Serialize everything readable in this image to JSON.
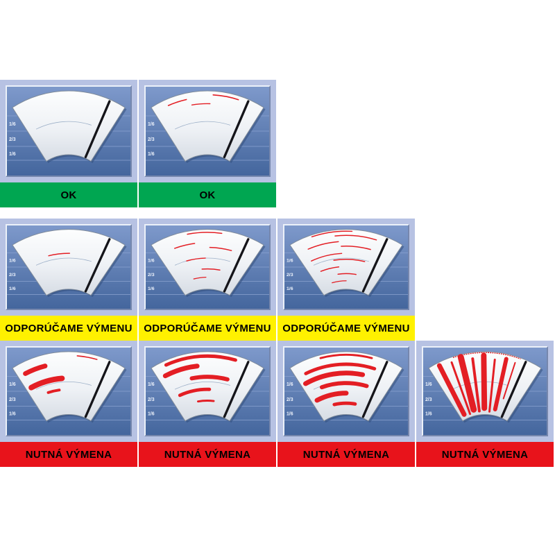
{
  "legend": {
    "scale_labels": [
      "1/6",
      "2/3",
      "1/6"
    ]
  },
  "statuses": {
    "ok": {
      "label": "OK",
      "bg": "#00a651",
      "fg": "#000000"
    },
    "recommend": {
      "label": "ODPORÚČAME VÝMENU",
      "bg": "#fff100",
      "fg": "#000000"
    },
    "replace": {
      "label": "NUTNÁ VÝMENA",
      "bg": "#e8131b",
      "fg": "#000000"
    }
  },
  "colors": {
    "cell_bg": "#b7c2e3",
    "panel_top": "#7e99cb",
    "panel_bottom": "#44669d",
    "guide_line": "#8ba3d0",
    "label_text": "#eef3fc",
    "fan_top": "#fdfefe",
    "fan_mid": "#eef1f5",
    "fan_bottom": "#d6dce4",
    "fan_edge": "#7e8a99",
    "shadow": "#2d4a78",
    "faint_arc": "#9db0c8",
    "streak": "#e31e24",
    "blade": "#15151a"
  },
  "rows": [
    {
      "status": "ok",
      "cells": [
        {
          "streaks": []
        },
        {
          "streaks": [
            {
              "t": 0.9,
              "a0": -0.72,
              "a1": -0.38,
              "w": 1.6
            },
            {
              "t": 0.94,
              "a0": 0.1,
              "a1": 0.55,
              "w": 1.6
            },
            {
              "t": 0.8,
              "a0": -0.3,
              "a1": 0.05,
              "w": 1.4
            }
          ]
        }
      ]
    },
    {
      "status": "recommend",
      "cells": [
        {
          "streaks": [
            {
              "t": 0.6,
              "a0": -0.45,
              "a1": 0.02,
              "w": 1.6
            }
          ]
        },
        {
          "streaks": [
            {
              "t": 0.95,
              "a0": -0.35,
              "a1": 0.25,
              "w": 1.6
            },
            {
              "t": 0.78,
              "a0": -0.65,
              "a1": -0.25,
              "w": 1.6
            },
            {
              "t": 0.7,
              "a0": 0.05,
              "a1": 0.5,
              "w": 1.6
            },
            {
              "t": 0.52,
              "a0": -0.5,
              "a1": -0.05,
              "w": 1.6
            },
            {
              "t": 0.34,
              "a0": -0.15,
              "a1": 0.35,
              "w": 1.6
            },
            {
              "t": 0.2,
              "a0": -0.45,
              "a1": -0.05,
              "w": 1.4
            }
          ]
        },
        {
          "streaks": [
            {
              "t": 0.97,
              "a0": -0.6,
              "a1": 0.1,
              "w": 1.6
            },
            {
              "t": 0.9,
              "a0": -0.2,
              "a1": 0.55,
              "w": 1.6
            },
            {
              "t": 0.8,
              "a0": -0.75,
              "a1": -0.15,
              "w": 1.6
            },
            {
              "t": 0.72,
              "a0": -0.1,
              "a1": 0.5,
              "w": 1.6
            },
            {
              "t": 0.6,
              "a0": -0.8,
              "a1": -0.1,
              "w": 1.6
            },
            {
              "t": 0.5,
              "a0": -0.3,
              "a1": 0.45,
              "w": 1.6
            },
            {
              "t": 0.38,
              "a0": -0.7,
              "a1": -0.2,
              "w": 1.6
            },
            {
              "t": 0.26,
              "a0": -0.25,
              "a1": 0.3,
              "w": 1.6
            },
            {
              "t": 0.14,
              "a0": -0.5,
              "a1": 0.0,
              "w": 1.4
            }
          ]
        }
      ]
    },
    {
      "status": "replace",
      "cells": [
        {
          "streaks": [
            {
              "t": 0.82,
              "a0": -0.85,
              "a1": -0.45,
              "w": 7
            },
            {
              "t": 0.58,
              "a0": -0.88,
              "a1": -0.15,
              "w": 8
            },
            {
              "t": 0.4,
              "a0": -0.55,
              "a1": -0.25,
              "w": 4
            },
            {
              "t": 0.94,
              "a0": 0.15,
              "a1": 0.5,
              "w": 1.6
            }
          ]
        },
        {
          "streaks": [
            {
              "t": 0.93,
              "a0": -0.75,
              "a1": 0.5,
              "w": 5
            },
            {
              "t": 0.78,
              "a0": -0.85,
              "a1": -0.2,
              "w": 7
            },
            {
              "t": 0.6,
              "a0": -0.35,
              "a1": 0.45,
              "w": 6
            },
            {
              "t": 0.4,
              "a0": -0.75,
              "a1": 0.05,
              "w": 5
            },
            {
              "t": 0.22,
              "a0": -0.3,
              "a1": 0.2,
              "w": 3
            }
          ]
        },
        {
          "streaks": [
            {
              "t": 0.95,
              "a0": -0.45,
              "a1": 0.45,
              "w": 3
            },
            {
              "t": 0.8,
              "a0": -0.8,
              "a1": 0.55,
              "w": 5
            },
            {
              "t": 0.66,
              "a0": -0.9,
              "a1": 0.35,
              "w": 7
            },
            {
              "t": 0.5,
              "a0": -0.6,
              "a1": 0.5,
              "w": 6
            },
            {
              "t": 0.34,
              "a0": -0.85,
              "a1": 0.0,
              "w": 7
            },
            {
              "t": 0.18,
              "a0": -0.4,
              "a1": 0.3,
              "w": 5
            }
          ]
        },
        {
          "top_mark": true,
          "streaks": [
            {
              "rad": true,
              "a": -0.82,
              "t0": 0.08,
              "t1": 0.95,
              "w": 7
            },
            {
              "rad": true,
              "a": -0.6,
              "t0": 0.05,
              "t1": 0.92,
              "w": 3
            },
            {
              "rad": true,
              "a": -0.42,
              "t0": 0.1,
              "t1": 0.96,
              "w": 9
            },
            {
              "rad": true,
              "a": -0.22,
              "t0": 0.06,
              "t1": 0.9,
              "w": 4
            },
            {
              "rad": true,
              "a": -0.02,
              "t0": 0.1,
              "t1": 0.94,
              "w": 8
            },
            {
              "rad": true,
              "a": 0.18,
              "t0": 0.05,
              "t1": 0.88,
              "w": 3
            },
            {
              "rad": true,
              "a": 0.38,
              "t0": 0.1,
              "t1": 0.92,
              "w": 6
            },
            {
              "rad": true,
              "a": 0.55,
              "t0": 0.3,
              "t1": 0.9,
              "w": 2
            }
          ]
        }
      ]
    }
  ]
}
